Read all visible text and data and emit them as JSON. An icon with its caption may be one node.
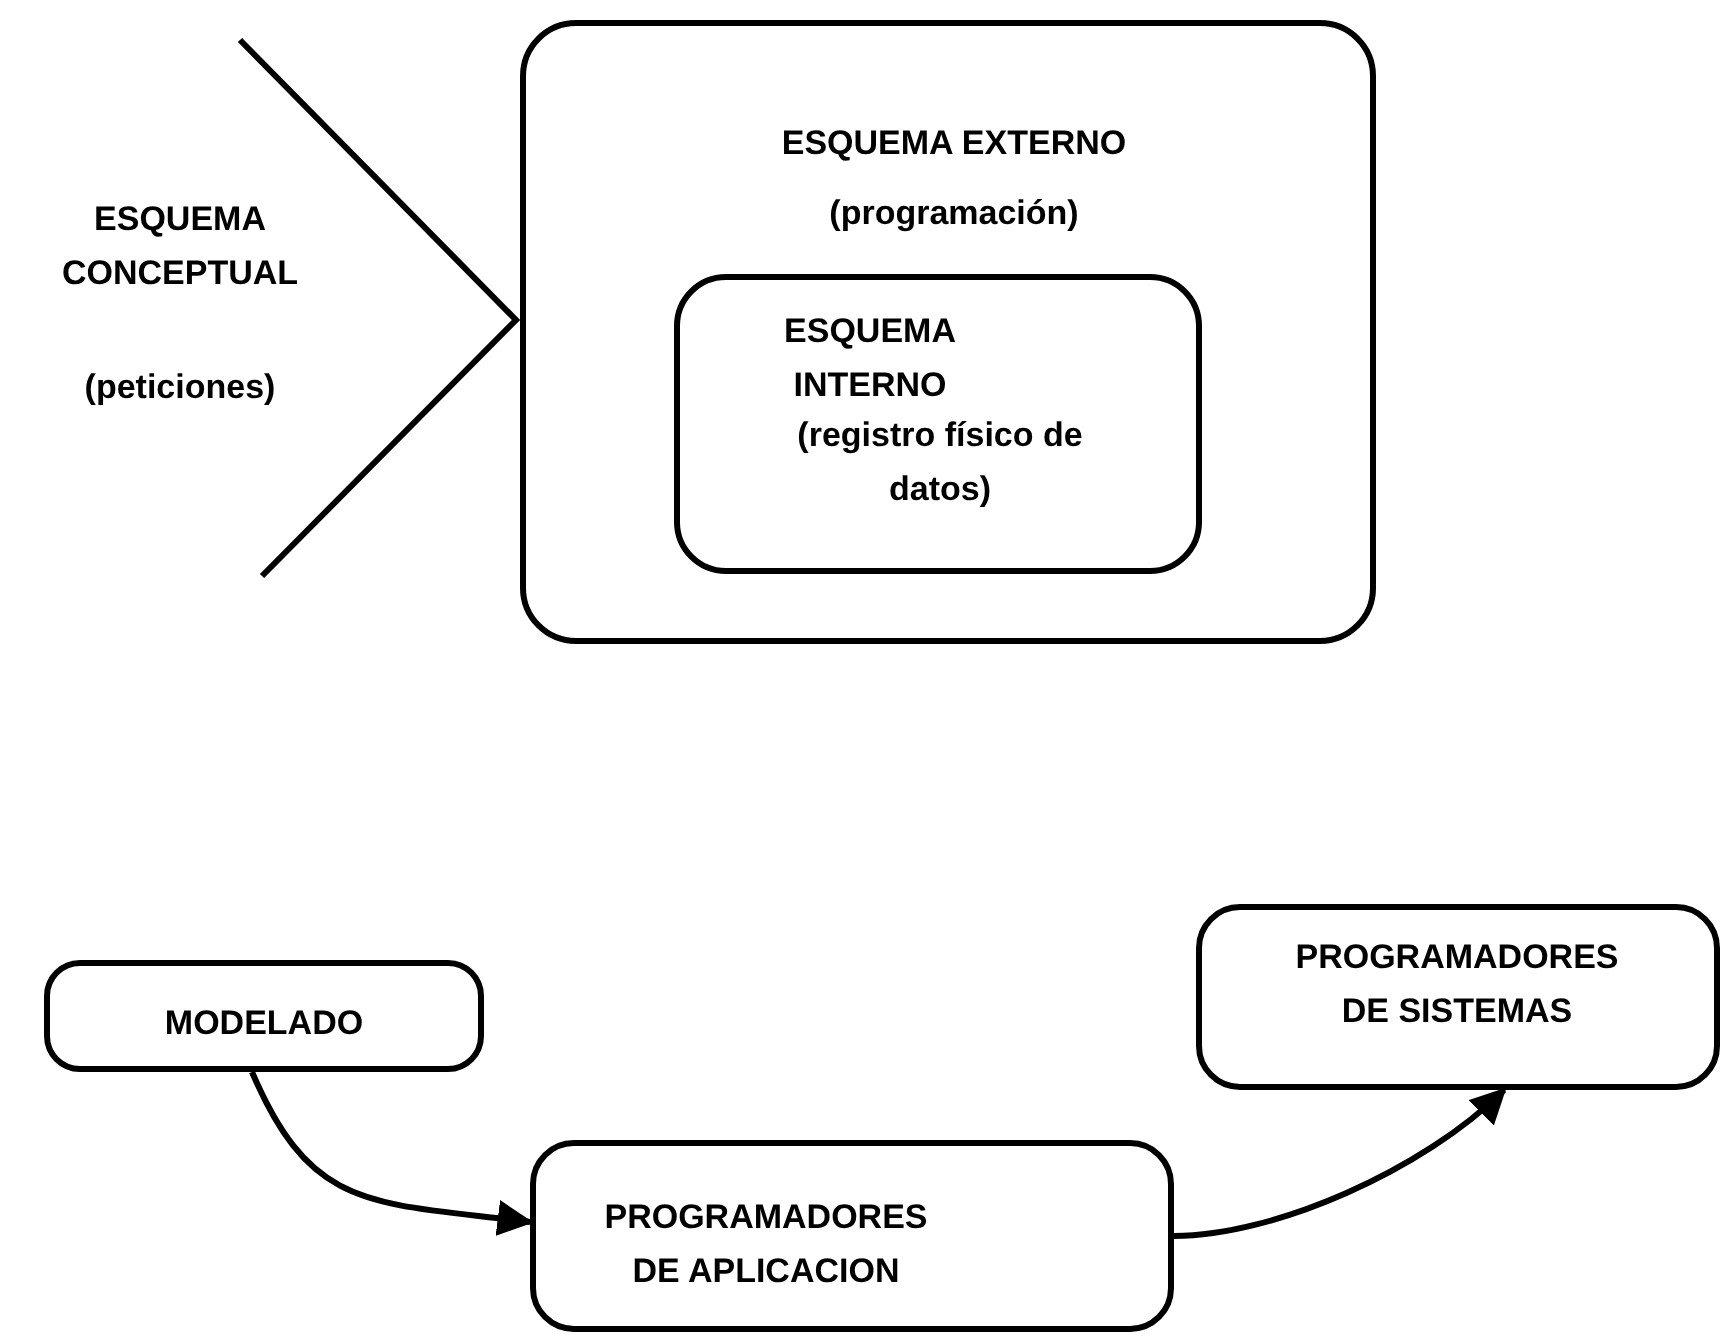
{
  "diagram": {
    "nodes": [
      {
        "text": [
          "ESQUEMA EXTERNO",
          "(programación)"
        ]
      },
      {
        "text": [
          "ESQUEMA INTERNO",
          "(registro físico de datos)"
        ],
        "in": 0
      },
      {
        "text": [
          "MODELADO"
        ]
      },
      {
        "text": [
          "PROGRAMADORES DE APLICACION"
        ]
      },
      {
        "text": [
          "PROGRAMADORES DE SISTEMAS"
        ]
      }
    ],
    "edges": [
      {
        "from": 2,
        "to": 3,
        "arrow": "to"
      },
      {
        "from": 3,
        "to": 4,
        "arrow": "to"
      }
    ],
    "labels": [
      "ESQUEMA CONCEPTUAL",
      "(peticiones)"
    ]
  }
}
